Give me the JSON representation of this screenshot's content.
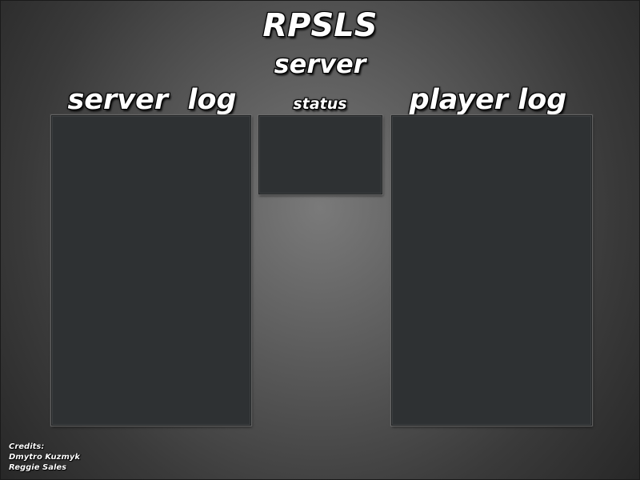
{
  "header": {
    "title": "RPSLS",
    "subtitle": "server"
  },
  "panels": {
    "server_log": {
      "label": "server  log"
    },
    "status": {
      "label": "status"
    },
    "player_log": {
      "label": "player log"
    }
  },
  "credits": {
    "heading": "Credits:",
    "names": [
      "Dmytro Kuzmyk",
      "Reggie Sales"
    ]
  }
}
